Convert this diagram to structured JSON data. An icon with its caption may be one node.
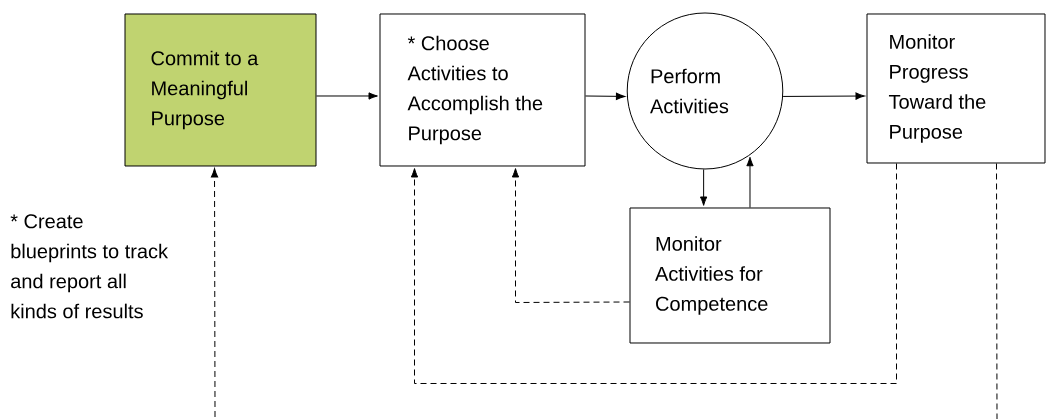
{
  "diagram": {
    "nodes": [
      {
        "text": [
          "Commit to a Meaningful Purpose"
        ]
      },
      {
        "text": [
          "* Choose Activities to Accomplish the Purpose"
        ]
      },
      {
        "text": [
          "Perform Activities"
        ]
      },
      {
        "text": [
          "Monitor Progress Toward the Purpose"
        ]
      },
      {
        "text": [
          "Monitor Activities for Competence"
        ]
      }
    ],
    "edges": [
      {
        "from": 0,
        "to": 1,
        "arrow": "to"
      },
      {
        "from": 1,
        "to": 2,
        "arrow": "to"
      },
      {
        "from": 2,
        "to": 3,
        "arrow": "to"
      },
      {
        "from": 2,
        "to": 4,
        "arrow": "to"
      },
      {
        "from": 4,
        "to": 2,
        "arrow": "to"
      },
      {
        "from": 4,
        "to": 1,
        "arrow": "to",
        "style": "dashed"
      },
      {
        "from": 3,
        "to": 1,
        "arrow": "to",
        "style": "dashed"
      },
      {
        "from": null,
        "to": 0,
        "arrow": "to",
        "style": "dashed"
      },
      {
        "from": 3,
        "to": null,
        "arrow": "none",
        "style": "dashed"
      }
    ],
    "labels": [
      "* Create blueprints to track and report all kinds of results"
    ]
  }
}
